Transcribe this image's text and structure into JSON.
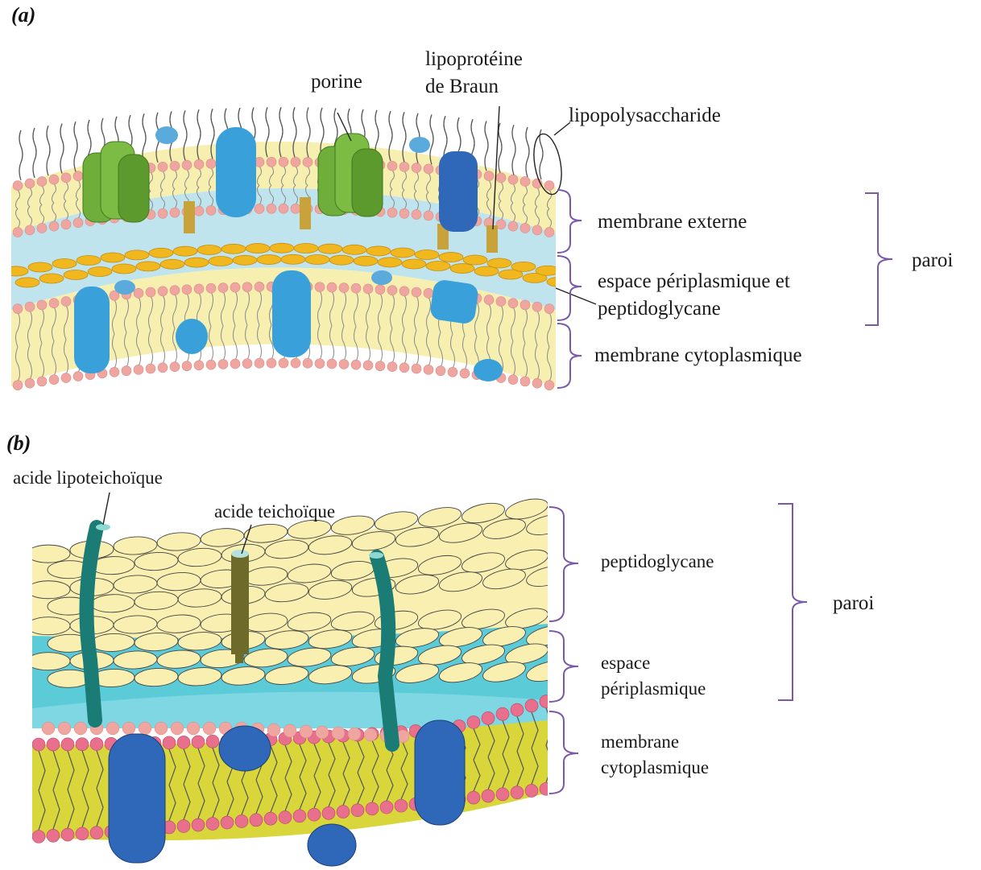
{
  "panel_a": {
    "label": "(a)",
    "labels": {
      "porine": "porine",
      "lipoproteine_line1": "lipoprotéine",
      "lipoproteine_line2": "de Braun",
      "lipopolysaccharide": "lipopolysaccharide",
      "membrane_externe": "membrane externe",
      "espace_line1": "espace périplasmique  et",
      "espace_line2": "peptidoglycane",
      "membrane_cyto": "membrane cytoplasmique",
      "paroi": "paroi"
    }
  },
  "panel_b": {
    "label": "(b)",
    "labels": {
      "acide_lipoteichoique": "acide lipoteichoïque",
      "acide_teichoique": "acide teichoïque",
      "peptidoglycane": "peptidoglycane",
      "espace_line1": "espace",
      "espace_line2": "périplasmique",
      "membrane_line1": "membrane",
      "membrane_line2": "cytoplasmique",
      "paroi": "paroi"
    }
  },
  "colors": {
    "lipid_head": "#f0a6a0",
    "lipid_head_b": "#e8708c",
    "lipid_fill": "#f7efb0",
    "lipid_fill_b": "#d9d63c",
    "periplasm": "#bfe4ee",
    "periplasm_b": "#5ccbd8",
    "peptidoglycan_a": "#f0b81e",
    "peptidoglycan_b": "#f9efb0",
    "porin": "#6fae3a",
    "protein_light": "#3aa0da",
    "protein_dark": "#2f68b8",
    "teichoic_green": "#1b7c76",
    "teichoic_olive": "#6e6a2a",
    "bracket": "#7a5aa8"
  }
}
